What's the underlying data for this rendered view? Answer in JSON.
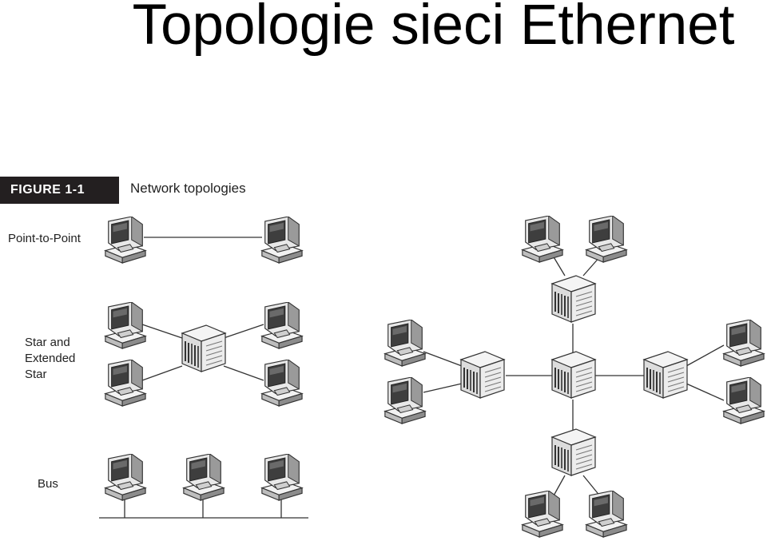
{
  "title": "Topologie sieci Ethernet",
  "figure": {
    "label": "FIGURE 1-1",
    "caption": "Network topologies"
  },
  "topologies": [
    {
      "label": "Point-to-Point"
    },
    {
      "label": "Star and Extended Star"
    },
    {
      "label": "Bus"
    }
  ],
  "colors": {
    "line": "#333333",
    "device_dark": "#4a4a4a",
    "device_light": "#e6e6e6",
    "figure_label_bg": "#231f20"
  },
  "icons": {
    "computer": "computer-icon",
    "hub": "hub-icon"
  }
}
